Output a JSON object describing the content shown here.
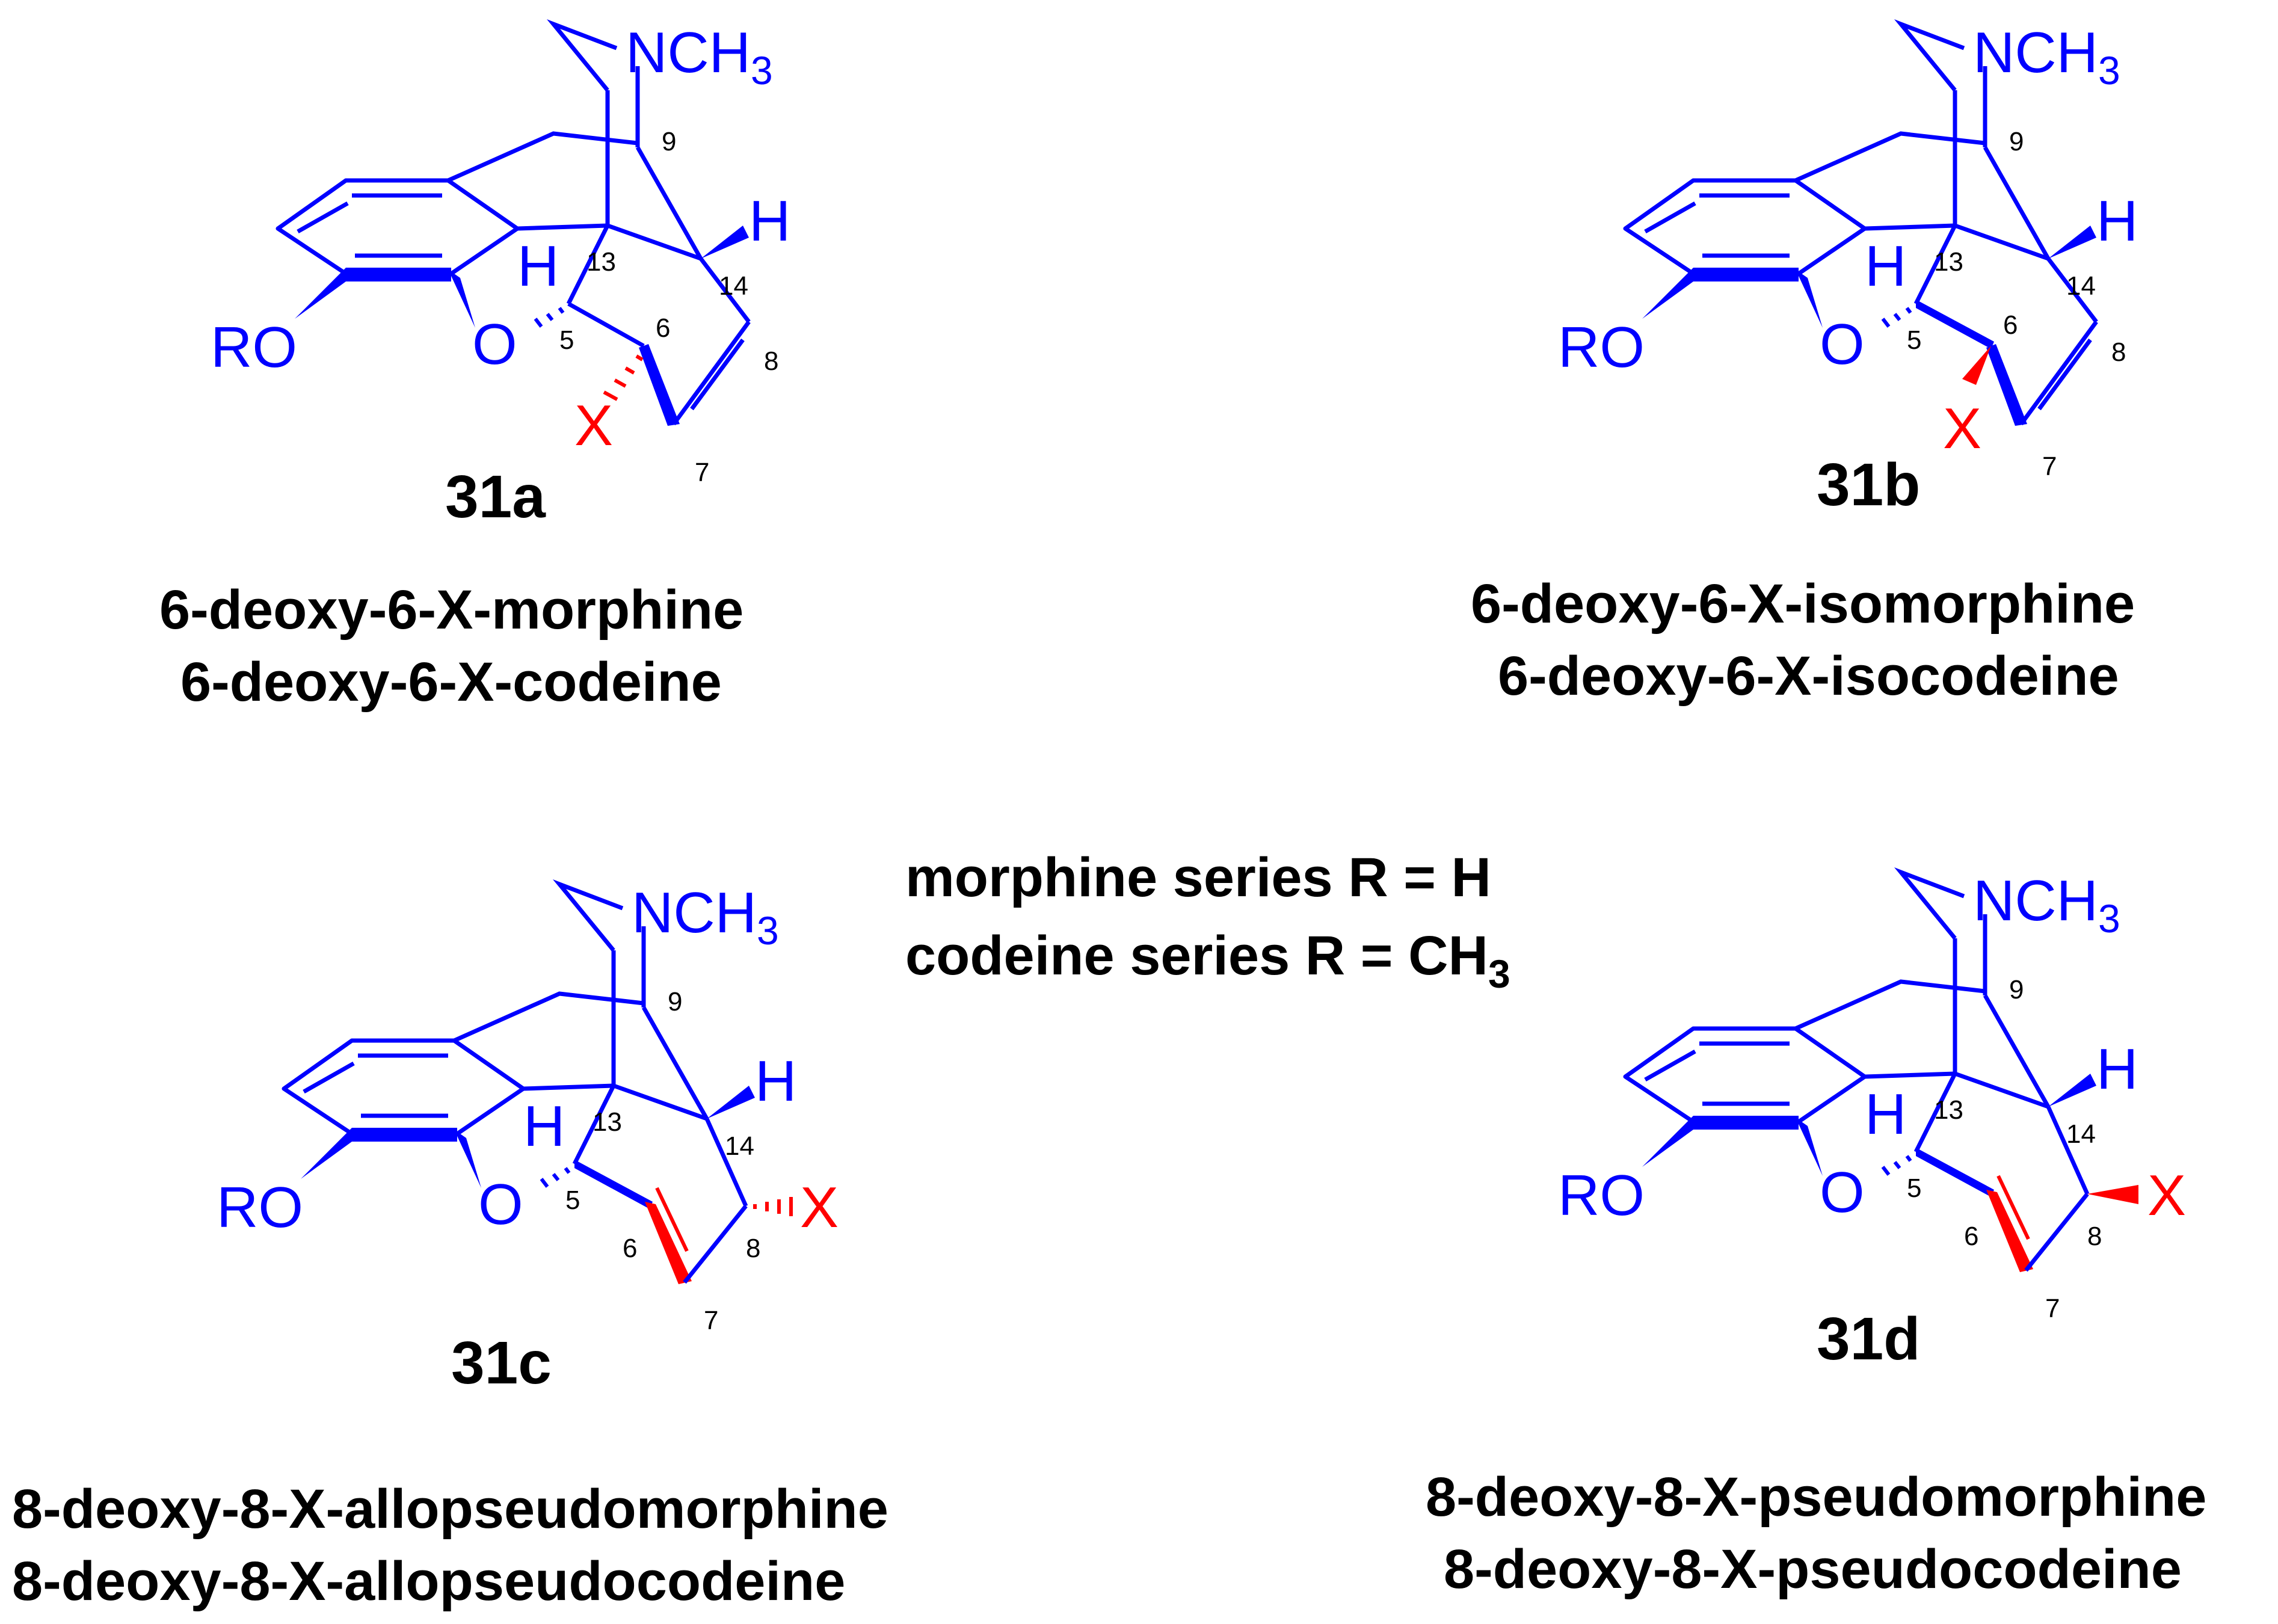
{
  "colors": {
    "skeleton": "#0000ff",
    "highlight": "#ff0000",
    "text": "#000000",
    "background": "#ffffff"
  },
  "atom_labels": {
    "nitrogen": "NCH",
    "nitrogen_sub": "3",
    "ether_oxygen": "O",
    "ro": "RO",
    "hydrogen": "H",
    "substituent": "X"
  },
  "structures": [
    {
      "id": "31a",
      "names": [
        "6-deoxy-6-X-morphine",
        "6-deoxy-6-X-codeine"
      ],
      "locants": [
        "9",
        "13",
        "14",
        "5",
        "6",
        "8",
        "7"
      ]
    },
    {
      "id": "31b",
      "names": [
        "6-deoxy-6-X-isomorphine",
        "6-deoxy-6-X-isocodeine"
      ],
      "locants": [
        "9",
        "13",
        "14",
        "5",
        "6",
        "8",
        "7"
      ]
    },
    {
      "id": "31c",
      "names": [
        "8-deoxy-8-X-allopseudomorphine",
        "8-deoxy-8-X-allopseudocodeine"
      ],
      "locants": [
        "9",
        "13",
        "14",
        "5",
        "6",
        "8",
        "7"
      ]
    },
    {
      "id": "31d",
      "names": [
        "8-deoxy-8-X-pseudomorphine",
        "8-deoxy-8-X-pseudocodeine"
      ],
      "locants": [
        "9",
        "13",
        "14",
        "5",
        "6",
        "8",
        "7"
      ]
    }
  ],
  "series_legend": {
    "morphine": "morphine series R = H",
    "codeine": "codeine series R = CH",
    "codeine_sub": "3"
  }
}
